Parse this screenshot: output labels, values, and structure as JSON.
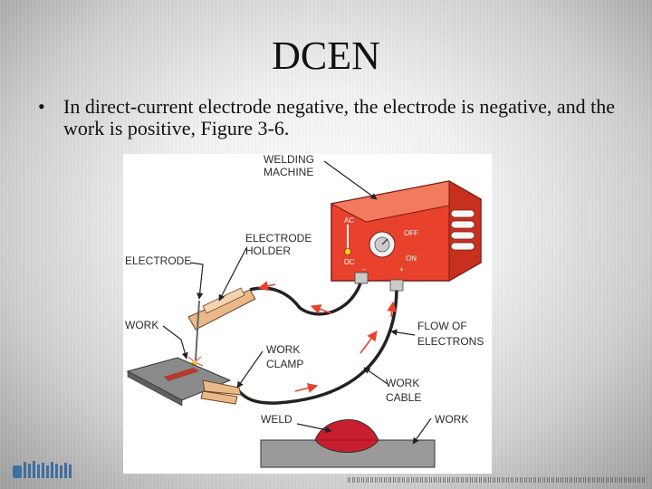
{
  "slide": {
    "title": "DCEN",
    "bullet_symbol": "•",
    "bullet_text": "In direct-current electrode negative, the electrode is negative, and the work is positive, Figure 3-6."
  },
  "figure": {
    "labels": {
      "welding_machine": [
        "WELDING",
        "MACHINE"
      ],
      "electrode_holder": [
        "ELECTRODE",
        "HOLDER"
      ],
      "electrode": "ELECTRODE",
      "work_left": "WORK",
      "flow_of_electrons": [
        "FLOW OF",
        "ELECTRONS"
      ],
      "work_clamp": [
        "WORK",
        "CLAMP"
      ],
      "work_cable": [
        "WORK",
        "CABLE"
      ],
      "weld": "WELD",
      "work_bottom": "WORK"
    },
    "panel": {
      "ac": "AC",
      "dc": "DC",
      "off": "OFF",
      "on": "ON",
      "minus": "–",
      "plus": "+"
    },
    "colors": {
      "machine": "#e8412c",
      "arrow": "#e8412c",
      "cable": "#222222",
      "metal": "#8a8a8a",
      "weld_bead": "#c81e2d"
    }
  }
}
